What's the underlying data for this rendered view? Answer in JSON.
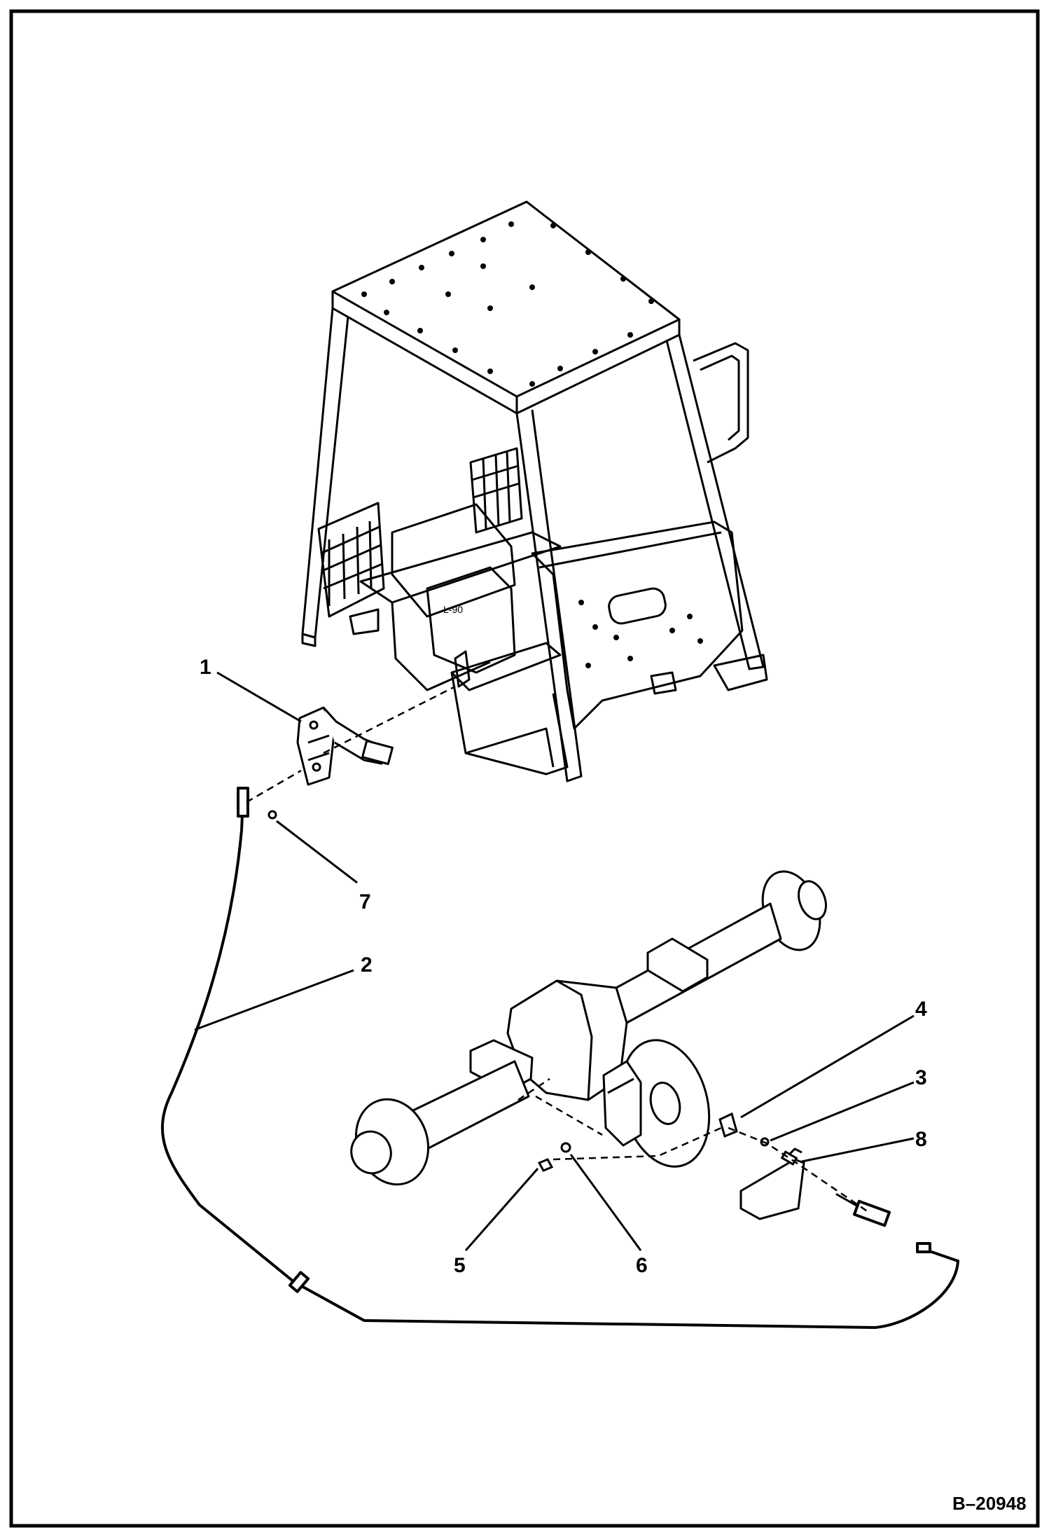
{
  "diagram": {
    "figure_number": "B–20948",
    "callouts": [
      "1",
      "2",
      "3",
      "4",
      "5",
      "6",
      "7",
      "8"
    ],
    "line_color": "#000000",
    "background": "#ffffff"
  }
}
